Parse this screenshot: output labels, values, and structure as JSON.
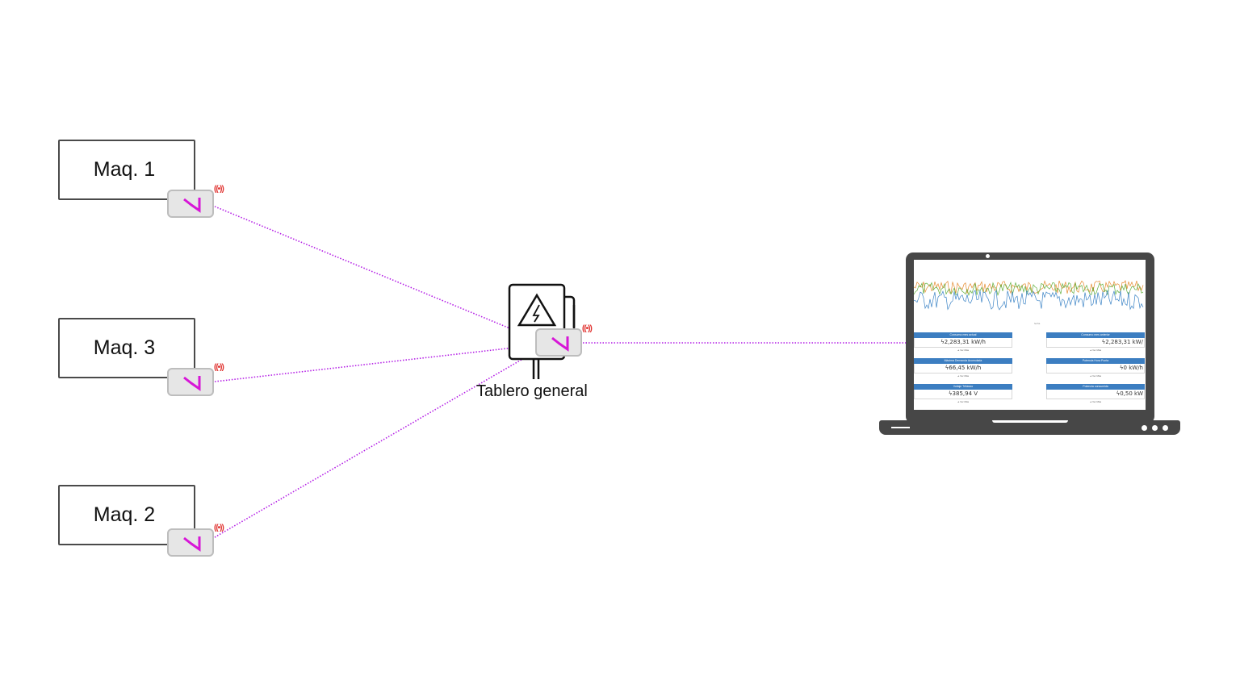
{
  "machines": [
    {
      "label": "Maq. 1"
    },
    {
      "label": "Maq. 3"
    },
    {
      "label": "Maq. 2"
    }
  ],
  "panel": {
    "label": "Tablero general",
    "icon": "electrical-panel-icon"
  },
  "sensor_icon": "wireless-sensor-icon",
  "wireless_icon": "broadcast-icon",
  "link_color": "#b41ee6",
  "sensor_mark_color": "#d716d7",
  "laptop": {
    "chart_axis_label": "fecha",
    "chart_series_colors": [
      "#e58a2d",
      "#5fae3b",
      "#3c84c6"
    ],
    "cards": [
      {
        "title": "Consumo mes actual",
        "value": "2,283,31 kW/h",
        "foot": "➔ Ver Más"
      },
      {
        "title": "Consumo mes anterior",
        "value": "2,283,31 kW/",
        "foot": "➔ Ver Más"
      },
      {
        "title": "Máxima Demanda Acumulada",
        "value": "66,45 kW/h",
        "foot": "➔ Ver Más"
      },
      {
        "title": "Potencia Hora Punta",
        "value": "0 kW/h",
        "foot": "➔ Ver Más"
      },
      {
        "title": "Voltaje Trifásico",
        "value": "385,94 V",
        "foot": "➔ Ver Más"
      },
      {
        "title": "Potencia consumida",
        "value": "0,50 kW",
        "foot": "➔ Ver Más"
      }
    ],
    "bolt_icon": "lightning-icon"
  }
}
